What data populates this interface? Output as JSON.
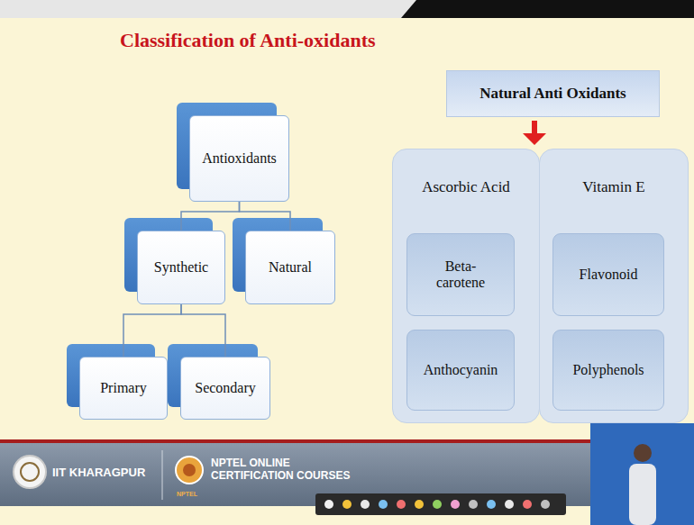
{
  "diagram": {
    "title": "Classification of Anti-oxidants",
    "nodes": [
      {
        "text": [
          "Antioxidants"
        ]
      },
      {
        "text": [
          "Synthetic"
        ]
      },
      {
        "text": [
          "Natural"
        ]
      },
      {
        "text": [
          "Primary"
        ]
      },
      {
        "text": [
          "Secondary"
        ]
      },
      {
        "text": [
          "Natural Anti Oxidants"
        ]
      },
      {
        "text": [
          "Ascorbic Acid"
        ]
      },
      {
        "text": [
          "Beta-carotene"
        ],
        "in": 6
      },
      {
        "text": [
          "Anthocyanin"
        ],
        "in": 6
      },
      {
        "text": [
          "Vitamin E"
        ]
      },
      {
        "text": [
          "Flavonoid"
        ],
        "in": 9
      },
      {
        "text": [
          "Polyphenols"
        ],
        "in": 9
      }
    ],
    "edges": [
      {
        "from": 0,
        "to": 1,
        "arrow": "none"
      },
      {
        "from": 0,
        "to": 2,
        "arrow": "none"
      },
      {
        "from": 1,
        "to": 3,
        "arrow": "none"
      },
      {
        "from": 1,
        "to": 4,
        "arrow": "none"
      }
    ],
    "labels": [
      "IIT KHARAGPUR",
      "NPTEL ONLINE CERTIFICATION COURSES",
      "NPTEL"
    ]
  }
}
